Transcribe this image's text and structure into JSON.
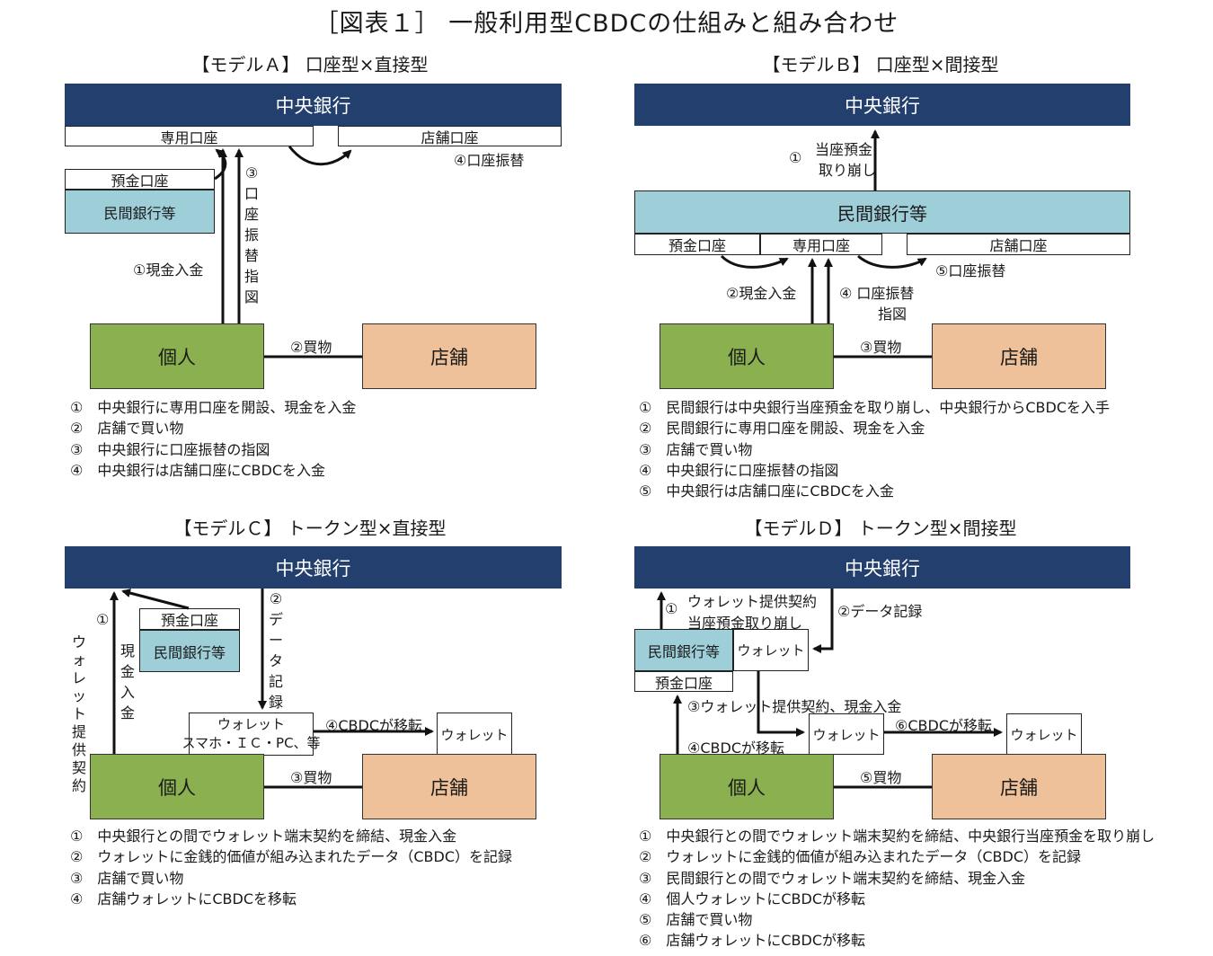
{
  "title": "［図表１］ 一般利用型CBDCの仕組みと組み合わせ",
  "models": {
    "a": {
      "title": "【モデルＡ】 口座型×直接型",
      "central_bank": "中央銀行",
      "dedicated_account": "専用口座",
      "shop_account": "店舗口座",
      "deposit_account": "預金口座",
      "private_bank": "民間銀行等",
      "person": "個人",
      "shop": "店舗",
      "label_cash_deposit": "①現金入金",
      "label_transfer_instruction": "③口座振替指図",
      "label_transfer": "④口座振替",
      "label_purchase": "②買物",
      "notes": [
        "①　中央銀行に専用口座を開設、現金を入金",
        "②　店舗で買い物",
        "③　中央銀行に口座振替の指図",
        "④　中央銀行は店舗口座にCBDCを入金"
      ]
    },
    "b": {
      "title": "【モデルＢ】 口座型×間接型",
      "central_bank": "中央銀行",
      "label_reserve_1": "当座預金",
      "label_reserve_num": "①",
      "label_reserve_2": "取り崩し",
      "private_bank": "民間銀行等",
      "deposit_account": "預金口座",
      "dedicated_account": "専用口座",
      "shop_account": "店舗口座",
      "label_cash_deposit": "②現金入金",
      "label_instruction_1": "④ 口座振替",
      "label_instruction_2": "指図",
      "label_transfer": "⑤口座振替",
      "person": "個人",
      "shop": "店舗",
      "label_purchase": "③買物",
      "notes": [
        "①　民間銀行は中央銀行当座預金を取り崩し、中央銀行からCBDCを入手",
        "②　民間銀行に専用口座を開設、現金を入金",
        "③　店舗で買い物",
        "④　中央銀行に口座振替の指図",
        "⑤　中央銀行は店舗口座にCBDCを入金"
      ]
    },
    "c": {
      "title": "【モデルＣ】 トークン型×直接型",
      "central_bank": "中央銀行",
      "deposit_account": "預金口座",
      "private_bank": "民間銀行等",
      "label_wallet_contract_num": "①",
      "label_wallet_contract": "ウォレット提供契約",
      "label_cash_deposit": "現金入金",
      "label_data_record": "②データ記録",
      "wallet_user_1": "ウォレット",
      "wallet_user_2": "スマホ・ＩＣ・PC、等",
      "label_transfer": "④CBDCが移転",
      "wallet_shop": "ウォレット",
      "person": "個人",
      "shop": "店舗",
      "label_purchase": "③買物",
      "notes": [
        "①　中央銀行との間でウォレット端末契約を締結、現金入金",
        "②　ウォレットに金銭的価値が組み込まれたデータ（CBDC）を記録",
        "③　店舗で買い物",
        "④　店舗ウォレットにCBDCを移転"
      ]
    },
    "d": {
      "title": "【モデルＤ】 トークン型×間接型",
      "central_bank": "中央銀行",
      "label_contract_num": "①",
      "label_contract_1": "ウォレット提供契約",
      "label_contract_2": "当座預金取り崩し",
      "label_data_record": "②データ記録",
      "private_bank": "民間銀行等",
      "wallet_bank": "ウォレット",
      "deposit_account": "預金口座",
      "label_wallet_contract": "③ウォレット提供契約、現金入金",
      "label_transfer_4": "④CBDCが移転",
      "wallet_user": "ウォレット",
      "label_transfer_6": "⑥CBDCが移転",
      "wallet_shop": "ウォレット",
      "person": "個人",
      "shop": "店舗",
      "label_purchase": "⑤買物",
      "notes": [
        "①　中央銀行との間でウォレット端末契約を締結、中央銀行当座預金を取り崩し",
        "②　ウォレットに金銭的価値が組み込まれたデータ（CBDC）を記録",
        "③　民間銀行との間でウォレット端末契約を締結、現金入金",
        "④　個人ウォレットにCBDCが移転",
        "⑤　店舗で買い物",
        "⑥　店舗ウォレットにCBDCが移転"
      ]
    }
  }
}
